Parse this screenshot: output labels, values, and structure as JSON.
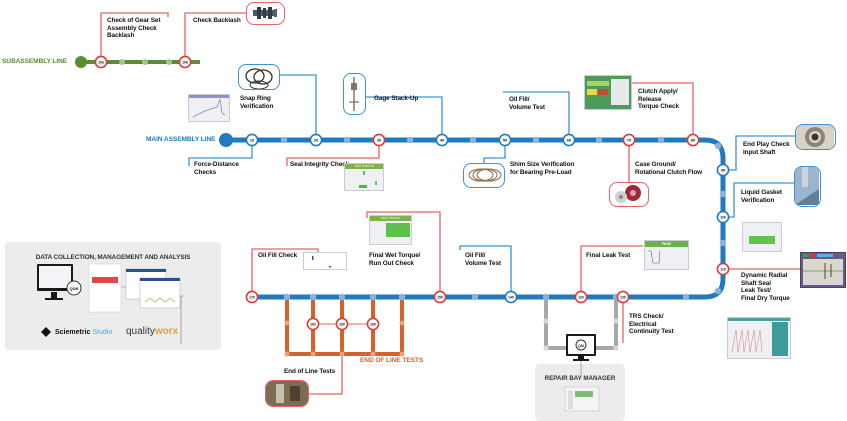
{
  "colors": {
    "main_line": "#1f7ac0",
    "main_dot": "#8fb1de",
    "subassembly_line": "#5c8d33",
    "subassembly_dot": "#a7c58a",
    "end_of_line": "#d4622a",
    "end_of_line_dot": "#eca37c",
    "repair_line": "#a8a8a8",
    "station_blue": "#1f7ac0",
    "station_red": "#e0393b",
    "callout_blue": "#3d93d6",
    "callout_red": "#e56466",
    "panel_bg": "#ececec"
  },
  "lines": {
    "subassembly": "SUBASSEMBLY LINE",
    "main": "MAIN ASSEMBLY LINE",
    "end_of_line": "END OF LINE TESTS"
  },
  "stations": [
    {
      "id": "10a",
      "line": "subassembly",
      "type": "red"
    },
    {
      "id": "10b",
      "line": "subassembly",
      "type": "red"
    },
    {
      "id": "10",
      "line": "main",
      "type": "blue"
    },
    {
      "id": "20",
      "line": "main",
      "type": "blue"
    },
    {
      "id": "30",
      "line": "main",
      "type": "red"
    },
    {
      "id": "40",
      "line": "main",
      "type": "blue"
    },
    {
      "id": "50",
      "line": "main",
      "type": "blue"
    },
    {
      "id": "60",
      "line": "main",
      "type": "blue"
    },
    {
      "id": "70",
      "line": "main",
      "type": "red"
    },
    {
      "id": "80",
      "line": "main",
      "type": "red"
    },
    {
      "id": "90",
      "line": "main",
      "type": "blue"
    },
    {
      "id": "100",
      "line": "main",
      "type": "blue"
    },
    {
      "id": "110",
      "line": "main",
      "type": "red"
    },
    {
      "id": "120",
      "line": "main",
      "type": "red"
    },
    {
      "id": "130",
      "line": "main",
      "type": "red"
    },
    {
      "id": "140",
      "line": "main",
      "type": "blue"
    },
    {
      "id": "150",
      "line": "main",
      "type": "red"
    },
    {
      "id": "160",
      "line": "end_of_line",
      "type": "red"
    },
    {
      "id": "160",
      "line": "end_of_line",
      "type": "red"
    },
    {
      "id": "160",
      "line": "end_of_line",
      "type": "red"
    },
    {
      "id": "170",
      "line": "main",
      "type": "red"
    },
    {
      "id": "QM",
      "line": "repair",
      "type": "gray"
    }
  ],
  "callouts": {
    "gear_set": "Check of Gear Set\nAssembly Check\nBacklash",
    "backlash": "Check Backlash",
    "snap_ring": "Snap Ring\nVerification",
    "gage_stack": "Gage Stack-Up",
    "oil_fill_top": "Oil Fill/\nVolume Test",
    "clutch_apply": "Clutch Apply/\nRelease\nTorque Check",
    "force_distance": "Force-Distance\nChecks",
    "seal_integrity": "Seal Integrity Check",
    "shim_size": "Shim Size Verification\nfor Bearing Pre-Load",
    "case_ground": "Case Ground/\nRotational Clutch Flow",
    "end_play": "End Play Check\nInput Shaft",
    "liquid_gasket": "Liquid Gasket\nVerification",
    "dynamic_radial": "Dynamic Radial\nShaft Seal\nLeak Test/\nFinal Dry Torque",
    "trs_check": "TRS Check/\nElectrical\nContinuity Test",
    "final_leak": "Final Leak Test",
    "oil_fill_bottom": "Oil Fill/\nVolume Test",
    "final_wet": "Final Wet Torque/\nRun Out Check",
    "oil_fill_check": "Oil Fill Check",
    "end_of_line_tests": "End of Line Tests"
  },
  "data_panel": {
    "title": "DATA COLLECTION, MANAGEMENT AND ANALYSIS",
    "badge": "QDB",
    "brand1_a": "Sciemetric",
    "brand1_b": "Studio",
    "brand2_a": "quality",
    "brand2_b": "worx"
  },
  "repair_bay": {
    "title": "REPAIR BAY MANAGER",
    "badge": "QM"
  },
  "screens": {
    "seal_integrity_header": "TEST STATUS",
    "final_wet_header": "TEST STATUS",
    "final_leak_header": "PASS"
  }
}
